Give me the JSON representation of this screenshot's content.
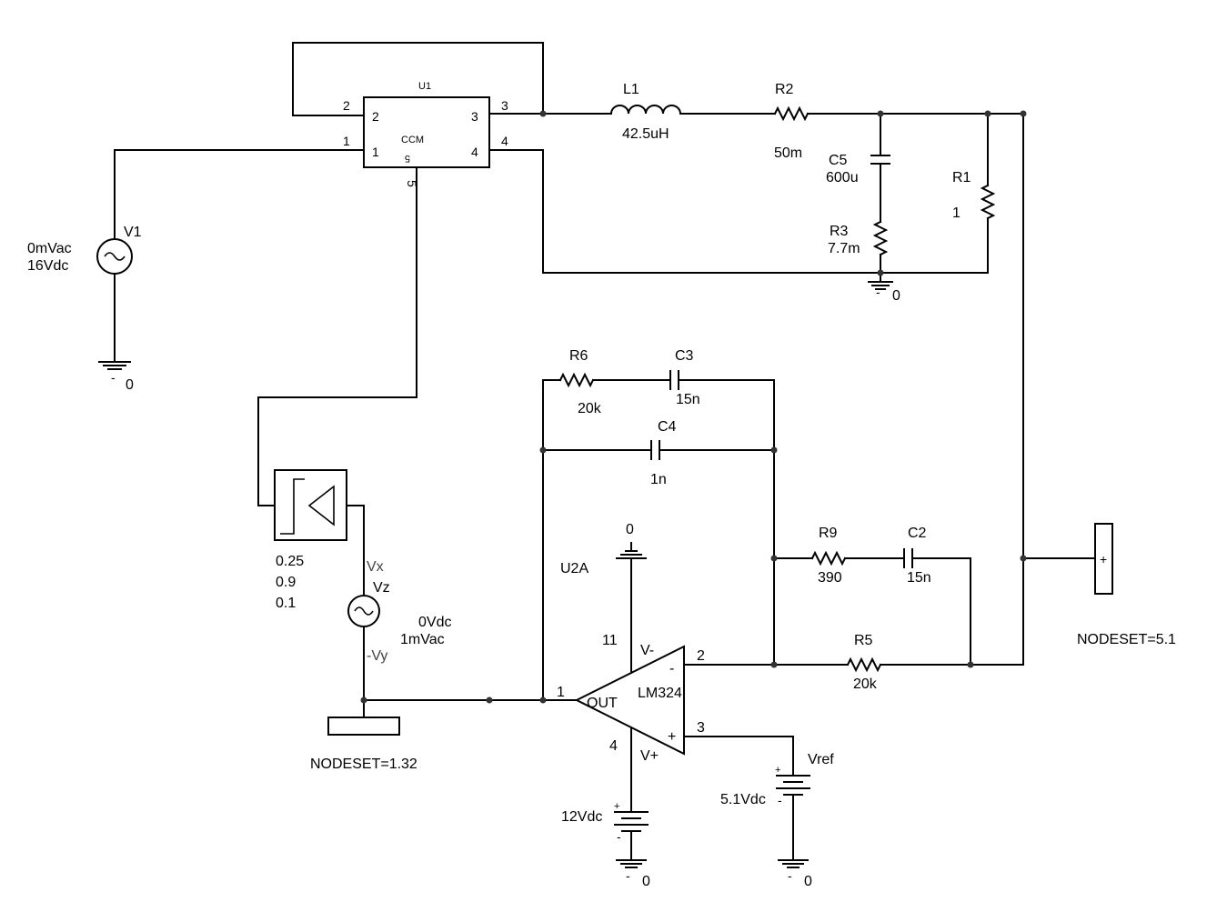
{
  "labels": {
    "U1": "U1",
    "ccm_line1": "CCM",
    "ccm_line2": "5",
    "u1_pin1_in": "1",
    "u1_pin2_in": "2",
    "u1_pin3_in": "3",
    "u1_pin4_in": "4",
    "u1_pin1_out": "1",
    "u1_pin2_out": "2",
    "u1_pin3_out": "3",
    "u1_pin4_out": "4",
    "u1_pin5_out": "5",
    "L1": "L1",
    "L1_val": "42.5uH",
    "R2": "R2",
    "R2_val": "50m",
    "C5": "C5",
    "C5_val": "600u",
    "R3": "R3",
    "R3_val": "7.7m",
    "R1": "R1",
    "R1_val": "1",
    "gnd_top": "0",
    "V1": "V1",
    "V1_ac": "0mVac",
    "V1_dc": "16Vdc",
    "gnd_v1": "0",
    "R6": "R6",
    "R6_val": "20k",
    "C3": "C3",
    "C3_val": "15n",
    "C4": "C4",
    "C4_val": "1n",
    "R9": "R9",
    "R9_val": "390",
    "C2": "C2",
    "C2_val": "15n",
    "R5": "R5",
    "R5_val": "20k",
    "lim_a": "0.25",
    "lim_b": "0.9",
    "lim_c": "0.1",
    "Vx": "Vx",
    "Vz": "Vz",
    "Vy": "-Vy",
    "vz_dc": "0Vdc",
    "vz_ac": "1mVac",
    "nodeset_left": "NODESET=1.32",
    "nodeset_right": "NODESET=5.1",
    "U2A": "U2A",
    "gnd_opamp": "0",
    "pin11": "11",
    "vminus": "V-",
    "pin2": "2",
    "minus": "-",
    "lm324": "LM324",
    "pin1": "1",
    "out": "OUT",
    "pin3": "3",
    "plus_in": "+",
    "pin4": "4",
    "vplus": "V+",
    "vref": "Vref",
    "vref_val": "5.1Vdc",
    "v12": "12Vdc",
    "gnd_12": "0",
    "gnd_vref": "0"
  }
}
